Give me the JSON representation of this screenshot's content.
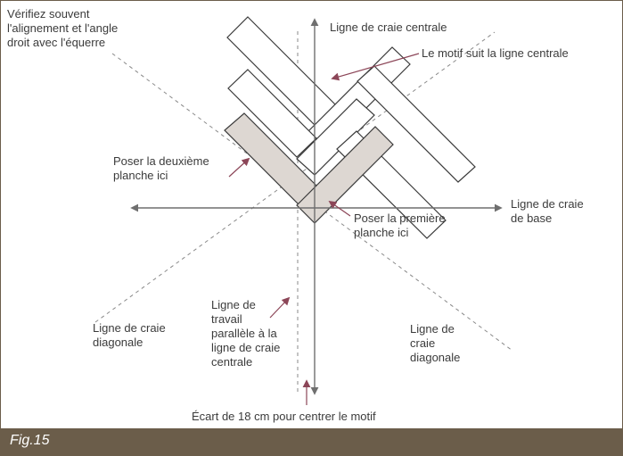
{
  "colors": {
    "board_fill": "#ffffff",
    "board_stroke": "#3a3a3a",
    "first_boards_fill": "#ddd7d2",
    "line_color": "#6f6f6f",
    "dashed_color": "#8a8a8a",
    "pointer_arrow_color": "#8c4658",
    "text_color": "#3b3b3b",
    "caption_bar_color": "#6b5d4a",
    "frame_color": "#6b5d4a"
  },
  "labels": {
    "check_alignment": "Vérifiez souvent\nl'alignement et l'angle\ndroit avec l'équerre",
    "center_chalk_line": "Ligne de craie centrale",
    "pattern_follows": "Le motif suit la ligne centrale",
    "second_board": "Poser la deuxième\nplanche ici",
    "base_chalk_line": "Ligne de craie\nde base",
    "first_board": "Poser la première\nplanche ici",
    "working_line": "Ligne de\ntravail\nparallèle à la\nligne de craie\ncentrale",
    "diagonal_left": "Ligne de craie\ndiagonale",
    "diagonal_right": "Ligne de\ncraie\ndiagonale",
    "offset": "Écart de 18 cm pour centrer le motif"
  },
  "caption": {
    "figure_number": "Fig.15"
  }
}
